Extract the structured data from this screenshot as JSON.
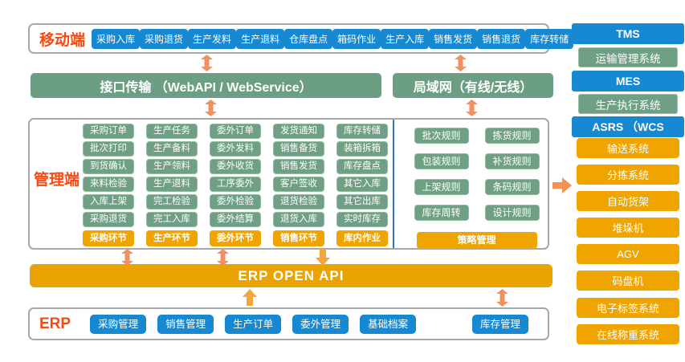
{
  "mobile": {
    "label": "移动端",
    "buttons": [
      "采购入库",
      "采购退货",
      "生产发料",
      "生产退料",
      "仓库盘点",
      "箱码作业",
      "生产入库",
      "销售发货",
      "销售退货",
      "库存转储"
    ]
  },
  "bars": {
    "interface": "接口传输 （WebAPI / WebService）",
    "lan": "局域网（有线/无线）"
  },
  "management": {
    "label": "管理端",
    "columns": [
      {
        "items": [
          "采购订单",
          "批次打印",
          "到货确认",
          "来料检验",
          "入库上架",
          "采购退货"
        ],
        "footer": "采购环节"
      },
      {
        "items": [
          "生产任务",
          "生产备料",
          "生产领料",
          "生产退料",
          "完工检验",
          "完工入库"
        ],
        "footer": "生产环节"
      },
      {
        "items": [
          "委外订单",
          "委外发料",
          "委外收货",
          "工序委外",
          "委外检验",
          "委外结算"
        ],
        "footer": "委外环节"
      },
      {
        "items": [
          "发货通知",
          "销售备货",
          "销售发货",
          "客户签收",
          "退货检验",
          "退货入库"
        ],
        "footer": "销售环节"
      },
      {
        "items": [
          "库存转储",
          "装箱拆箱",
          "库存盘点",
          "其它入库",
          "其它出库",
          "实时库存"
        ],
        "footer": "库内作业"
      }
    ],
    "rules": {
      "rows": [
        [
          "批次规则",
          "拣货规则"
        ],
        [
          "包装规则",
          "补货规则"
        ],
        [
          "上架规则",
          "条码规则"
        ],
        [
          "库存周转",
          "设计规则"
        ]
      ],
      "footer": "策略管理"
    }
  },
  "api_bar": {
    "label": "ERP  OPEN API"
  },
  "erp": {
    "label": "ERP",
    "buttons": [
      "采购管理",
      "销售管理",
      "生产订单",
      "委外管理",
      "基础档案"
    ],
    "buttons_right": [
      "库存管理"
    ]
  },
  "right_panel": {
    "items": [
      {
        "label": "TMS",
        "type": "blue"
      },
      {
        "label": "运输管理系统",
        "type": "green"
      },
      {
        "label": "MES",
        "type": "blue"
      },
      {
        "label": "生产执行系统",
        "type": "green"
      },
      {
        "label": "ASRS （WCS",
        "type": "blue"
      },
      {
        "label": "输送系统",
        "type": "orange"
      },
      {
        "label": "分拣系统",
        "type": "orange"
      },
      {
        "label": "自动货架",
        "type": "orange"
      },
      {
        "label": "堆垛机",
        "type": "orange"
      },
      {
        "label": "AGV",
        "type": "orange"
      },
      {
        "label": "码盘机",
        "type": "orange"
      },
      {
        "label": "电子标签系统",
        "type": "orange"
      },
      {
        "label": "在线称重系统",
        "type": "orange"
      }
    ]
  },
  "icons": {
    "updown_arrow": "double-headed vertical arrow",
    "down_arrow": "solid down arrow",
    "up_arrow": "solid up arrow",
    "right_arrow": "solid right arrow"
  },
  "colors": {
    "button_blue": "#1689d2",
    "node_green": "#6fa085",
    "bar_green": "#6b9e82",
    "accent_orange": "#efa400",
    "api_bar_orange": "#e9a404",
    "label_red": "#f84a10",
    "arrow_salmon": "#f1905c",
    "arrow_amber": "#f5a53d",
    "divider_blue": "#2e75b6"
  }
}
